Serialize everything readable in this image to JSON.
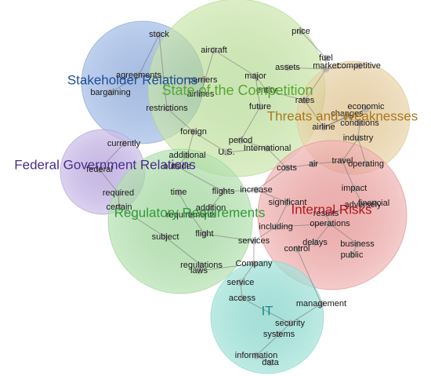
{
  "topics": [
    {
      "key": "stakeholder",
      "label": "Stakeholder Relations",
      "color": "#1f4e96",
      "fill": "#7f9fd3"
    },
    {
      "key": "competition",
      "label": "State of the Competition",
      "color": "#57a832",
      "fill": "#a9d67f"
    },
    {
      "key": "threats",
      "label": "Threats and Weaknesses",
      "color": "#a8781e",
      "fill": "#dcc08a"
    },
    {
      "key": "federal",
      "label": "Federal Government Relations",
      "color": "#4b2c8c",
      "fill": "#a994d3"
    },
    {
      "key": "regulatory",
      "label": "Regulatory Requirements",
      "color": "#2e9a3a",
      "fill": "#8fd08a"
    },
    {
      "key": "internal",
      "label": "Internal Risks",
      "color": "#b3161e",
      "fill": "#e08888"
    },
    {
      "key": "it",
      "label": "IT",
      "color": "#1a8c8a",
      "fill": "#7fd3c8"
    }
  ],
  "terms": [
    "stock",
    "aircraft",
    "price",
    "fuel",
    "market",
    "competitive",
    "assets",
    "agreements",
    "carriers",
    "major",
    "airlines",
    "entity",
    "bargaining",
    "restrictions",
    "rates",
    "future",
    "economic",
    "changes",
    "conditions",
    "airline",
    "foreign",
    "period",
    "currently",
    "International",
    "industry",
    "U.S.",
    "additional",
    "outside",
    "travel",
    "air",
    "costs",
    "operating",
    "federal",
    "impact",
    "increase",
    "flights",
    "time",
    "significant",
    "financial",
    "adversely",
    "required",
    "addition",
    "certain",
    "results",
    "requirements",
    "operations",
    "flight",
    "including",
    "subject",
    "business",
    "services",
    "delays",
    "public",
    "control",
    "regulations",
    "laws",
    "Company",
    "service",
    "management",
    "access",
    "security",
    "systems",
    "information",
    "data"
  ]
}
